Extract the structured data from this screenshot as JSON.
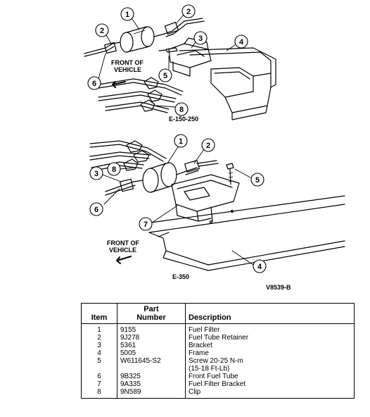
{
  "diagram": {
    "callouts": {
      "top": [
        {
          "n": "1"
        },
        {
          "n": "2"
        },
        {
          "n": "2"
        },
        {
          "n": "3"
        },
        {
          "n": "4"
        },
        {
          "n": "5"
        },
        {
          "n": "6"
        },
        {
          "n": "8"
        }
      ],
      "bottom": [
        {
          "n": "1"
        },
        {
          "n": "2"
        },
        {
          "n": "8"
        },
        {
          "n": "3"
        },
        {
          "n": "5"
        },
        {
          "n": "6"
        },
        {
          "n": "7"
        },
        {
          "n": "4"
        }
      ]
    },
    "front_of_vehicle_top": [
      "FRONT OF",
      "VEHICLE"
    ],
    "front_of_vehicle_bottom": [
      "FRONT OF",
      "VEHICLE"
    ],
    "model_top": "E-150-250",
    "model_bottom": "E-350",
    "figure_id": "V8539-B"
  },
  "table": {
    "headers": {
      "item": "Item",
      "part_line1": "Part",
      "part_line2": "Number",
      "description": "Description"
    },
    "rows": [
      {
        "item": "1",
        "part": "9155",
        "desc": "Fuel Filter",
        "desc2": ""
      },
      {
        "item": "2",
        "part": "9J278",
        "desc": "Fuel Tube Retainer",
        "desc2": ""
      },
      {
        "item": "3",
        "part": "5361",
        "desc": "Bracket",
        "desc2": ""
      },
      {
        "item": "4",
        "part": "5005",
        "desc": "Frame",
        "desc2": ""
      },
      {
        "item": "5",
        "part": "W611645-S2",
        "desc": "Screw 20-25 N-m",
        "desc2": "(15-18 Ft-Lb)"
      },
      {
        "item": "6",
        "part": "9B325",
        "desc": "Front Fuel Tube",
        "desc2": ""
      },
      {
        "item": "7",
        "part": "9A335",
        "desc": "Fuel Filter Bracket",
        "desc2": ""
      },
      {
        "item": "8",
        "part": "9N589",
        "desc": "Clip",
        "desc2": ""
      }
    ]
  }
}
